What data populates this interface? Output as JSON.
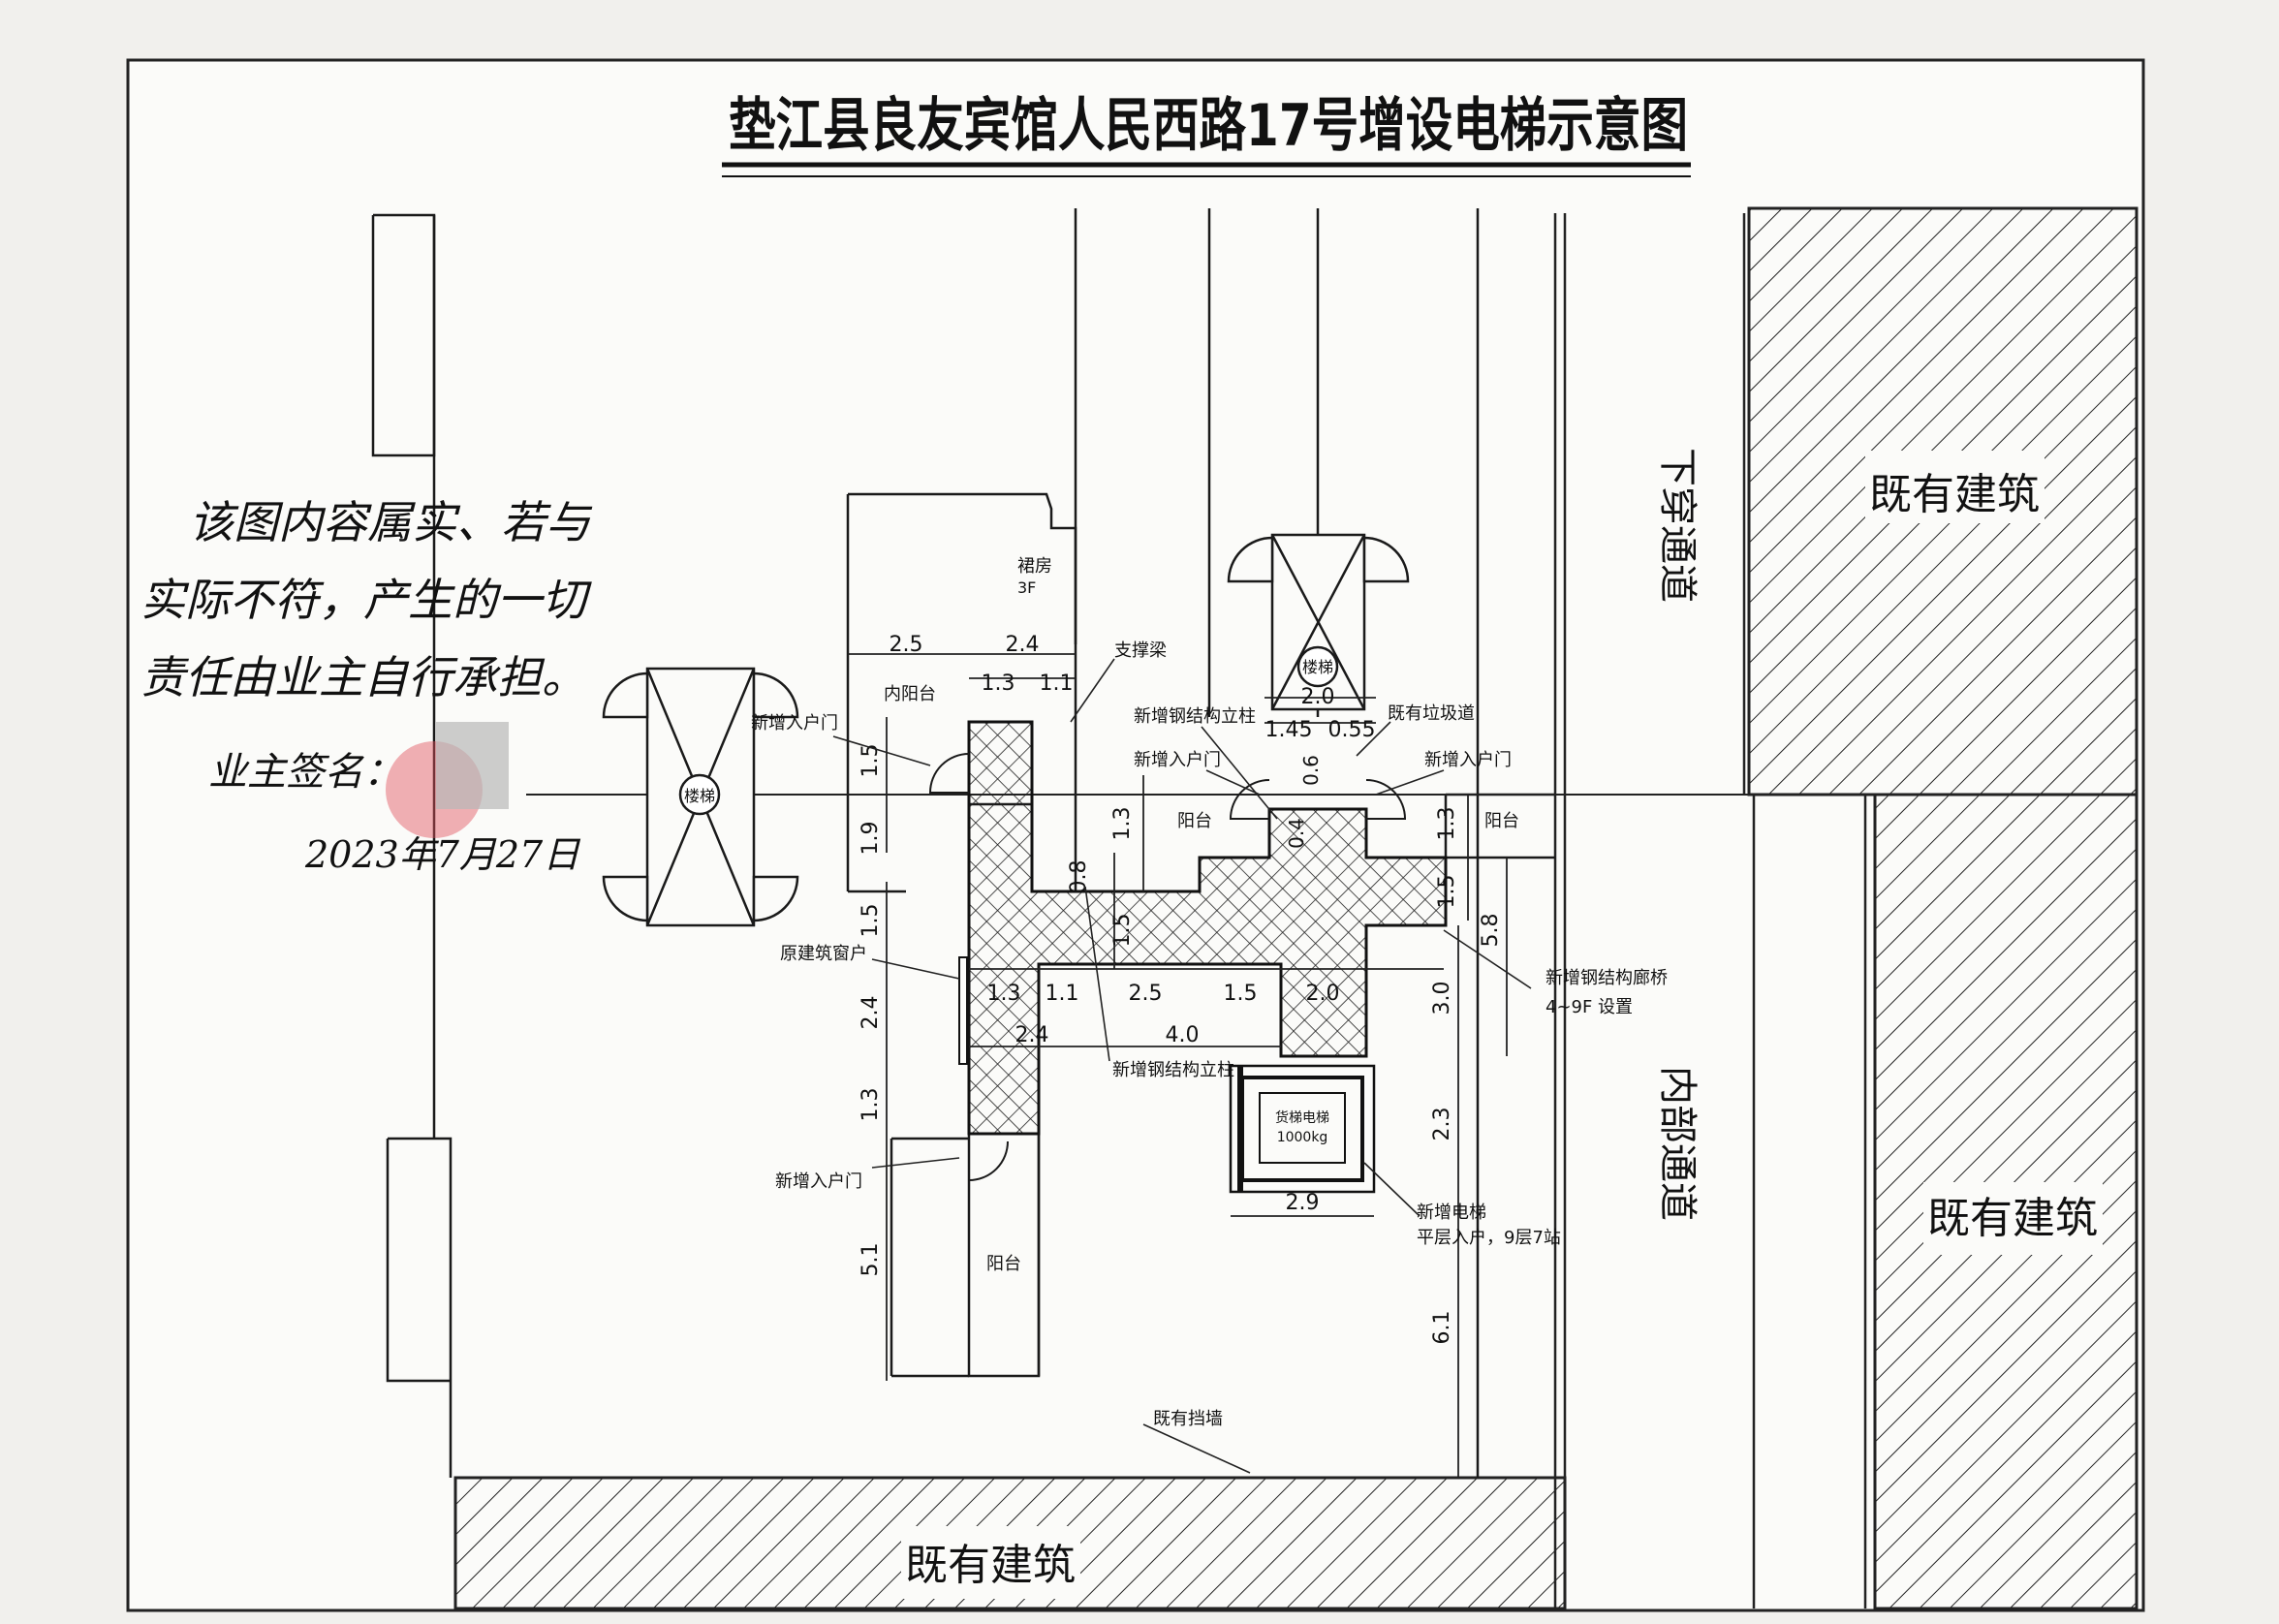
{
  "title": "垫江县良友宾馆人民西路17号增设电梯示意图",
  "existing_buildings": {
    "top_right": "既有建筑",
    "bottom_right": "既有建筑",
    "bottom": "既有建筑"
  },
  "roads": {
    "lower_road": "下穿通道",
    "internal_road": "内部通道"
  },
  "rooms": {
    "stair_left": "楼梯",
    "stair_right": "楼梯",
    "podium": "裙房",
    "podium_floors": "3F",
    "inner_balcony": "内阳台",
    "balcony_center": "阳台",
    "balcony_right": "阳台",
    "balcony_bottom": "阳台",
    "elevator_caption": "货梯电梯",
    "elevator_load": "1000kg"
  },
  "callouts": {
    "new_door_left": "新增入户门",
    "support_beam": "支撑梁",
    "new_column_top": "新增钢结构立柱",
    "existing_chute": "既有垃圾道",
    "new_door_center": "新增入户门",
    "new_door_right": "新增入户门",
    "orig_window": "原建筑窗户",
    "new_bridge": "新增钢结构廊桥",
    "bridge_floors": "4~9F 设置",
    "new_column_bottom": "新增钢结构立柱",
    "new_door_bottom": "新增入户门",
    "new_elevator": "新增电梯",
    "elevator_stops": "平层入户，9层7站",
    "retaining_wall": "既有挡墙"
  },
  "dimensions": {
    "d_2_5_top": "2.5",
    "d_2_4_top": "2.4",
    "d_1_3_top": "1.3",
    "d_1_1_top": "1.1",
    "d_2_0_top": "2.0",
    "d_1_45": "1.45",
    "d_0_55": "0.55",
    "d_0_6": "0.6",
    "d_0_4": "0.4",
    "d_1_5_v_left": "1.5",
    "d_1_9_v": "1.9",
    "d_1_3_v_center": "1.3",
    "d_1_3_v_right": "1.3",
    "d_0_8_v": "0.8",
    "d_1_5_v_center": "1.5",
    "d_1_5_v_right": "1.5",
    "d_5_8_v": "5.8",
    "d_1_5_v_mid": "1.5",
    "d_2_4_v": "2.4",
    "d_1_3_v_low": "1.3",
    "d_5_1_v": "5.1",
    "d_3_0_v": "3.0",
    "d_2_3_v": "2.3",
    "d_6_1_v": "6.1",
    "d_1_3_row": "1.3",
    "d_1_1_row": "1.1",
    "d_2_5_row": "2.5",
    "d_1_5_row": "1.5",
    "d_2_0_row": "2.0",
    "d_2_4_row": "2.4",
    "d_4_0_row": "4.0",
    "d_2_9": "2.9"
  },
  "handwriting": {
    "line1": "该图内容属实、若与",
    "line2": "实际不符，产生的一切",
    "line3": "责任由业主自行承担。",
    "signature": "业主签名：",
    "date": "2023年7月27日"
  },
  "colors": {
    "paper": "#f1f0ed",
    "ink": "#1a1a1a",
    "stamp": "#e0505a"
  }
}
